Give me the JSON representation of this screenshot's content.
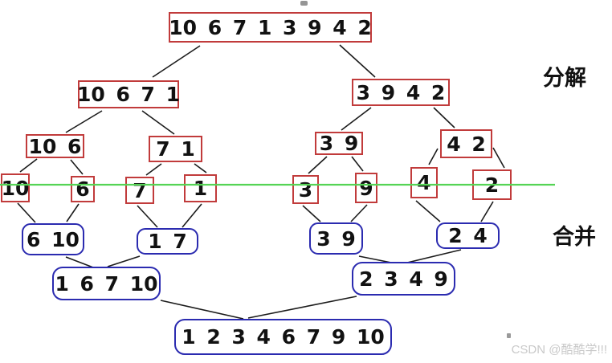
{
  "nodes": {
    "root": "10 6 7 1 3 9 4 2",
    "split_left4": "10 6 7 1",
    "split_right4": "3 9 4 2",
    "split_10_6": "10 6",
    "split_7_1": "7 1",
    "split_3_9": "3 9",
    "split_4_2": "4 2",
    "single_10": "10",
    "single_6": "6",
    "single_7": "7",
    "single_1": "1",
    "single_3": "3",
    "single_9": "9",
    "single_4": "4",
    "single_2": "2",
    "merge_6_10": "6 10",
    "merge_1_7": "1 7",
    "merge_3_9": "3 9",
    "merge_2_4": "2 4",
    "merge_left4": "1 6 7 10",
    "merge_right4": "2 3 4 9",
    "merge_final": "1 2 3 4 6 7 9 10"
  },
  "labels": {
    "phase_decompose": "分解",
    "phase_merge": "合并"
  },
  "watermark": "CSDN @酷酷学!!!",
  "colors": {
    "decompose-border": "#c13b3b",
    "merge-border": "#2b2bb0",
    "partition-line": "#55d455",
    "connector": "#1b1b1b",
    "watermark": "#c9c9c9"
  }
}
